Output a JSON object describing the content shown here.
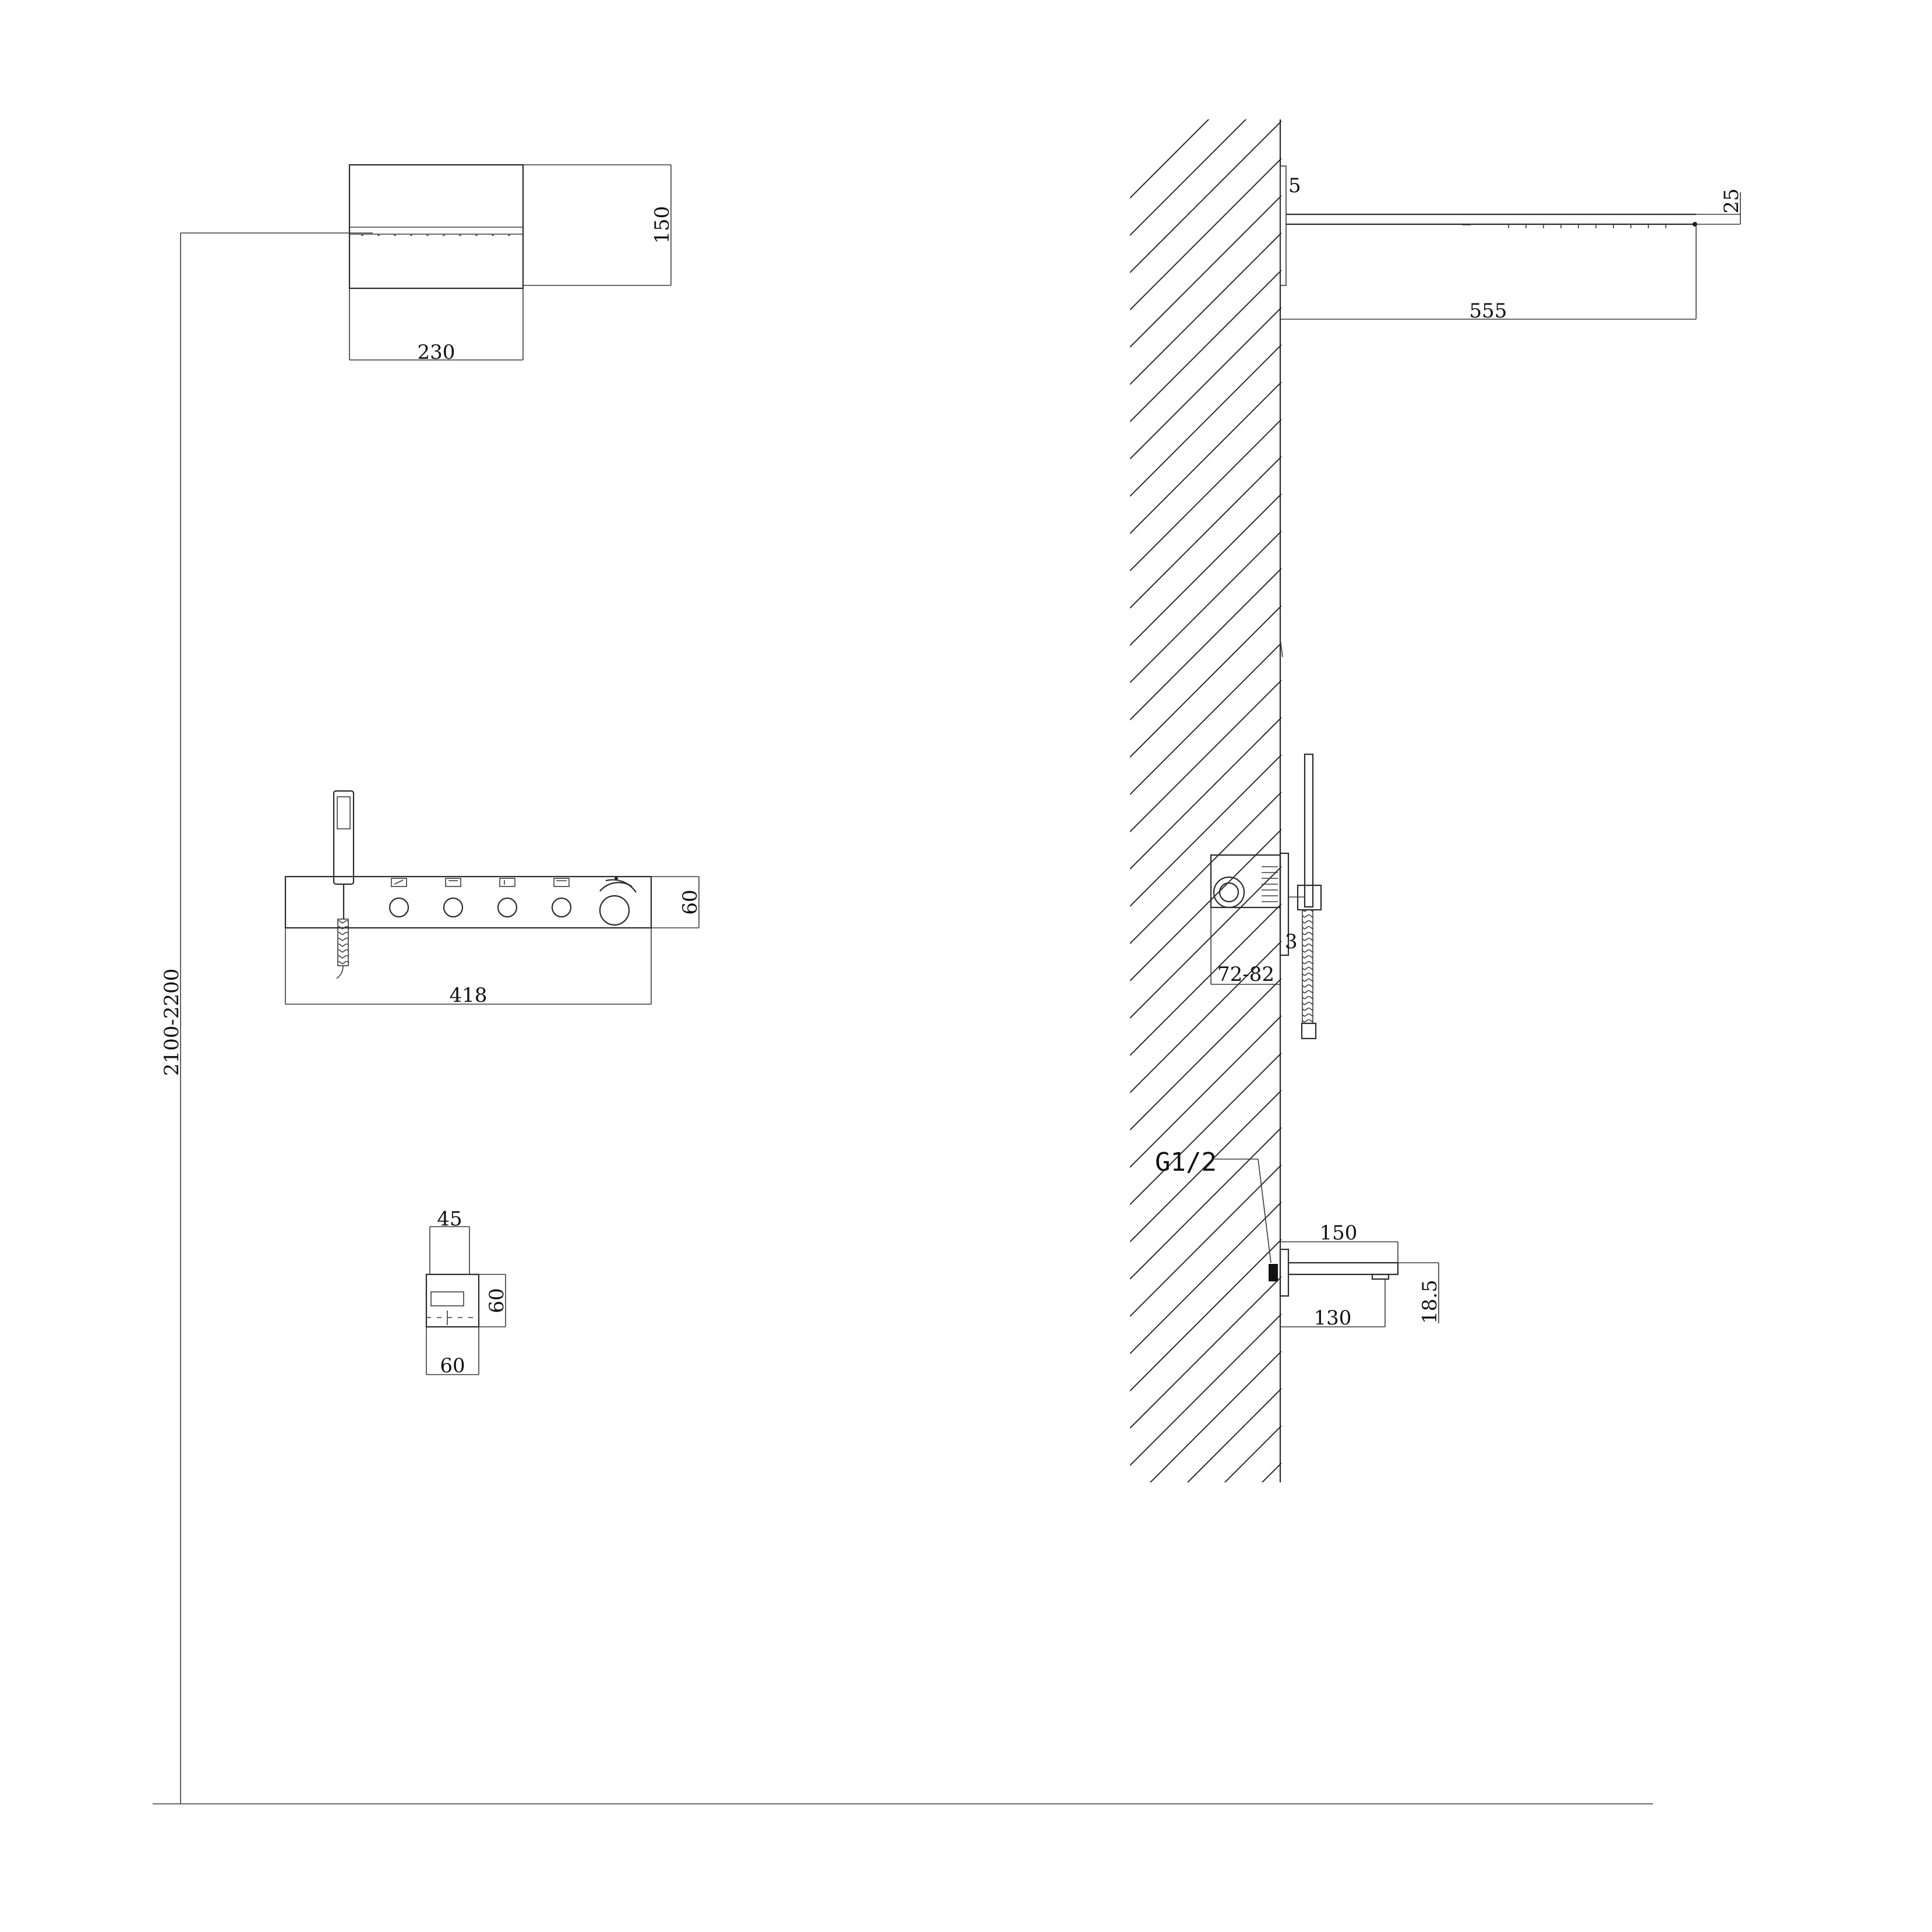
{
  "dimensions": {
    "mount_height": "2100-2200",
    "head_width": "230",
    "head_depth": "150",
    "panel_width": "418",
    "panel_height": "60",
    "holder_top": "45",
    "holder_side": "60",
    "holder_bottom": "60",
    "arm_plate": "5",
    "head_thickness": "25",
    "arm_projection": "555",
    "box_gap": "3",
    "box_depth": "72-82",
    "thread": "G1/2",
    "spout_length": "150",
    "spout_outlet": "130",
    "spout_height": "18.5"
  }
}
